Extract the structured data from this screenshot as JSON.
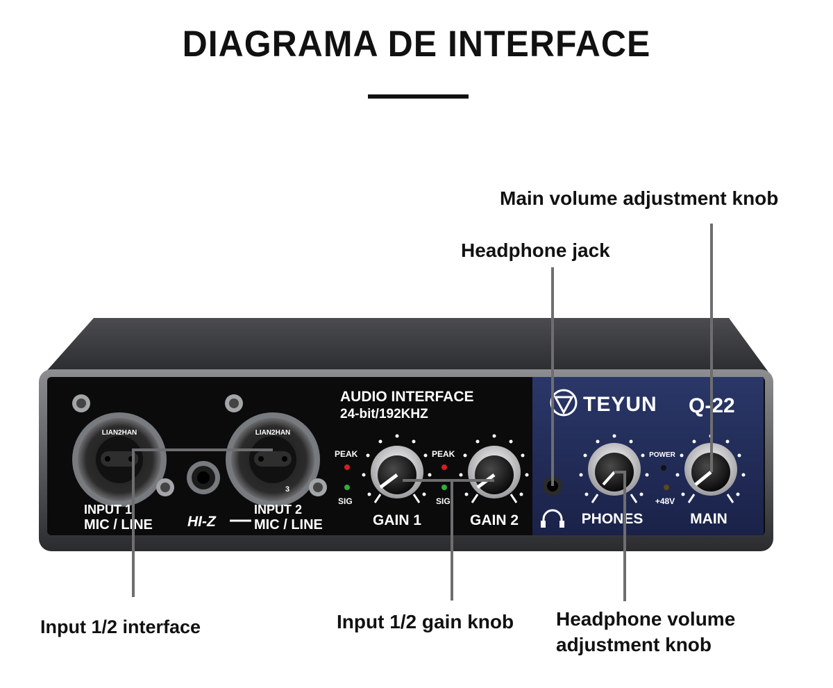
{
  "diagram": {
    "title": "DIAGRAMA DE INTERFACE",
    "callouts": {
      "main_volume": "Main volume adjustment knob",
      "headphone_jack": "Headphone jack",
      "input_interface": "Input 1/2 interface",
      "gain_knob": "Input 1/2 gain knob",
      "headphone_volume_line1": "Headphone volume",
      "headphone_volume_line2": "adjustment knob"
    },
    "panel": {
      "xlr_brand": "LIAN2HAN",
      "input1_line1": "INPUT 1",
      "input1_line2": "MIC / LINE",
      "hiz": "HI-Z",
      "input2_line1": "INPUT 2",
      "input2_line2": "MIC / LINE",
      "pin_label": "3",
      "product_line1": "AUDIO INTERFACE",
      "product_line2": "24-bit/192KHZ",
      "peak": "PEAK",
      "sig": "SIG",
      "gain1": "GAIN 1",
      "gain2": "GAIN 2",
      "brand": "TEYUN",
      "model": "Q-22",
      "power": "POWER",
      "phantom": "+48V",
      "phones": "PHONES",
      "main": "MAIN"
    },
    "colors": {
      "panel_black": "#0b0b0c",
      "panel_blue": "#1f2a55",
      "chassis": "#3a3b3e",
      "peak_led": "#d02020",
      "sig_led": "#2fae3a"
    }
  }
}
